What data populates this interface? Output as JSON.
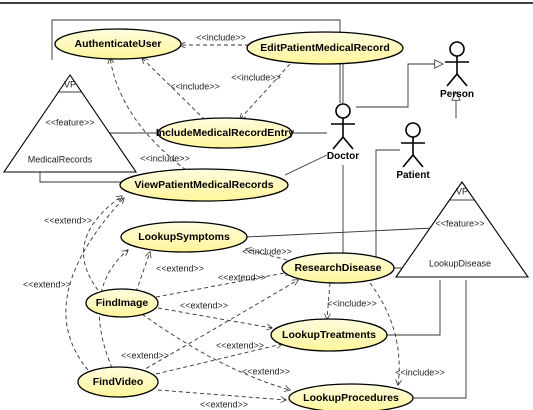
{
  "use_cases": {
    "authenticate_user": "AuthenticateUser",
    "edit_patient_medical_record": "EditPatientMedicalRecord",
    "include_medical_record_entry": "IncludeMedicalRecordEntry",
    "view_patient_medical_records": "ViewPatientMedicalRecords",
    "lookup_symptoms": "LookupSymptoms",
    "research_disease": "ResearchDisease",
    "find_image": "FindImage",
    "lookup_treatments": "LookupTreatments",
    "find_video": "FindVideo",
    "lookup_procedures": "LookupProcedures"
  },
  "actors": {
    "person": "Person",
    "doctor": "Doctor",
    "patient": "Patient"
  },
  "variation_points": {
    "medical_records": {
      "vp": "VP",
      "feature": "<<feature>>",
      "name": "MedicalRecords"
    },
    "lookup_disease": {
      "vp": "VP",
      "feature": "<<feature>>",
      "name": "LookupDisease"
    }
  },
  "stereotypes": {
    "include": "<<include>>",
    "extend": "<<extend>>"
  },
  "colors": {
    "use_case_fill_top": "#fffde0",
    "use_case_fill_bottom": "#fff59a",
    "line": "#333333"
  }
}
